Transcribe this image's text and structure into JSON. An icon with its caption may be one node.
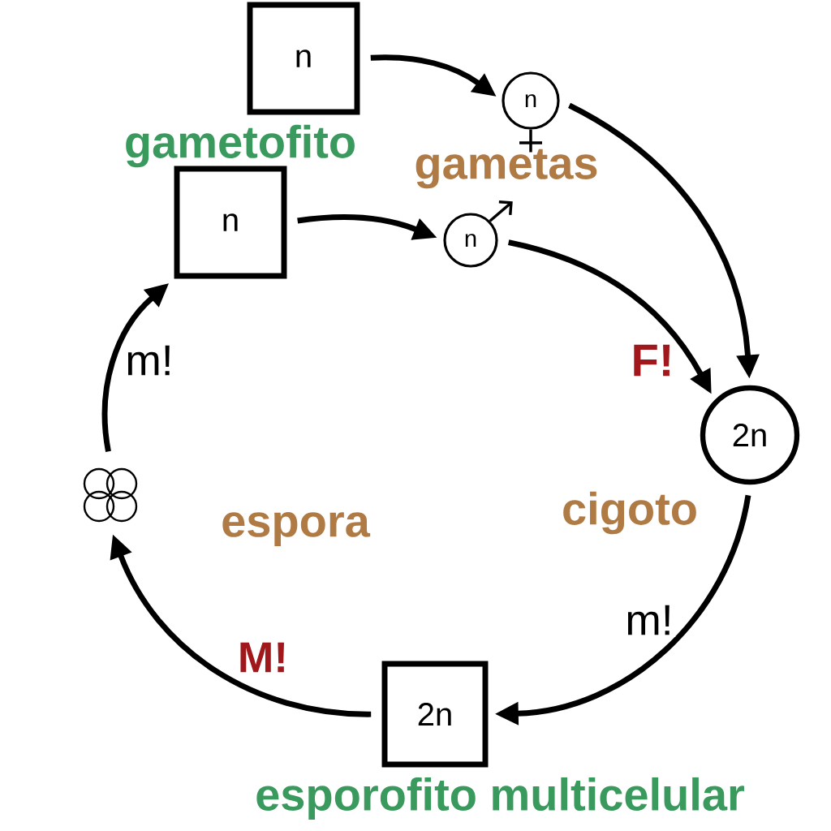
{
  "diagram": {
    "nodes": [
      {
        "text": [
          "n"
        ]
      },
      {
        "text": [
          "n"
        ]
      },
      {
        "text": [
          "n"
        ]
      },
      {
        "text": [
          "n"
        ]
      },
      {
        "text": [
          "2n"
        ],
        "beside": [
          "cigoto"
        ]
      },
      {
        "text": [
          "2n"
        ],
        "beside": [
          "esporofito multicelular"
        ]
      },
      {
        "text": [],
        "shape": "circle",
        "beside": [
          "espora"
        ]
      }
    ],
    "edges": [
      {
        "from": 0,
        "to": 2,
        "arrow": "to"
      },
      {
        "from": 1,
        "to": 3,
        "arrow": "to"
      },
      {
        "from": 2,
        "to": 4,
        "arrow": "to"
      },
      {
        "from": 3,
        "to": 4,
        "arrow": "to"
      },
      {
        "from": 4,
        "to": 5,
        "arrow": "to",
        "label": "m!"
      },
      {
        "from": 5,
        "to": 6,
        "arrow": "to",
        "label": "M!"
      },
      {
        "from": 6,
        "to": 1,
        "arrow": "to",
        "label": "m!"
      }
    ],
    "labels": [
      "gametofito",
      "gametas",
      "F!"
    ]
  }
}
